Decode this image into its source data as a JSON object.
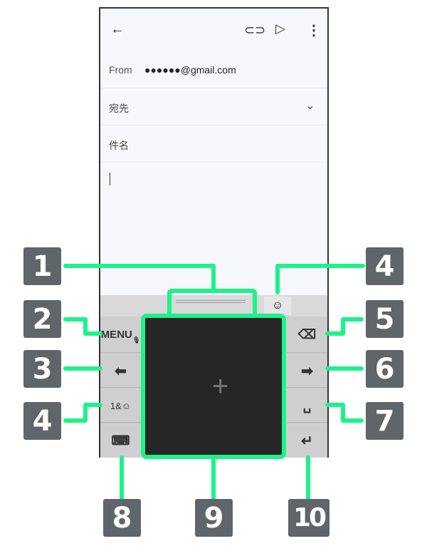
{
  "email": {
    "from_label": "From",
    "from_value": "●●●●●●@gmail.com",
    "to_label": "宛先",
    "subject_label": "件名"
  },
  "keyboard": {
    "menu_label": "MENU",
    "symbols_label": "1&☺",
    "emoji": "☺"
  },
  "callouts": [
    "1",
    "2",
    "3",
    "4",
    "4",
    "5",
    "6",
    "7",
    "8",
    "9",
    "10"
  ],
  "colors": {
    "accent": "#1df28a",
    "badge": "#5f6568"
  }
}
